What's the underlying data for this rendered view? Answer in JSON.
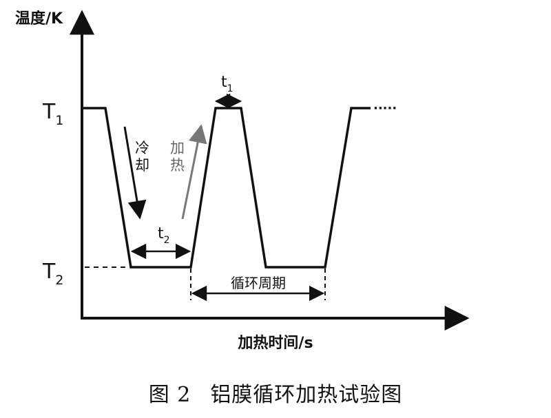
{
  "diagram": {
    "y_axis_label": "温度/K",
    "x_axis_label": "加热时间/s",
    "t1_upper": {
      "main": "T",
      "sub": "1"
    },
    "t2_lower": {
      "main": "T",
      "sub": "2"
    },
    "dwell_time_t1": {
      "main": "t",
      "sub": "1"
    },
    "dwell_time_t2": {
      "main": "t",
      "sub": "2"
    },
    "cooling_label": [
      "冷",
      "却"
    ],
    "heating_label": [
      "加",
      "热"
    ],
    "cycle_period_label": "循环周期",
    "continuation": "·····",
    "colors": {
      "line": "#111111",
      "heating_arrow": "#777777"
    }
  },
  "caption": {
    "figure_number": "图 2",
    "title": "铝膜循环加热试验图"
  }
}
